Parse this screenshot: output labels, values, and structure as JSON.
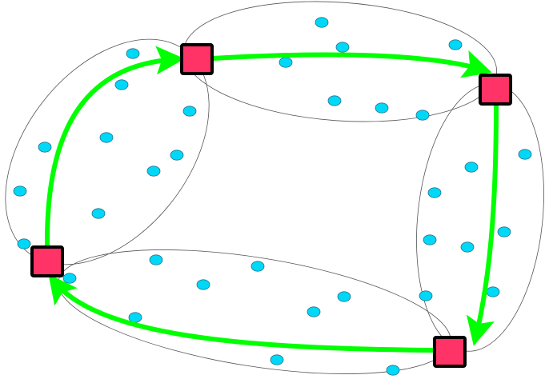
{
  "diagram": {
    "colors": {
      "background": "#ffffff",
      "cluster_outline": "#555555",
      "point_fill": "#00d8f8",
      "point_stroke": "#2a6f8a",
      "node_fill": "#ff3366",
      "node_stroke": "#000000",
      "arrow": "#00ff00"
    },
    "clusters": [
      "top",
      "left",
      "right",
      "bottom"
    ],
    "nodes": [
      "top-left",
      "top-right",
      "bottom-right",
      "bottom-left"
    ],
    "arrows": [
      {
        "from": "bottom-left",
        "to": "top-left"
      },
      {
        "from": "top-left",
        "to": "top-right"
      },
      {
        "from": "top-right",
        "to": "bottom-right"
      },
      {
        "from": "bottom-right",
        "to": "bottom-left"
      }
    ]
  }
}
